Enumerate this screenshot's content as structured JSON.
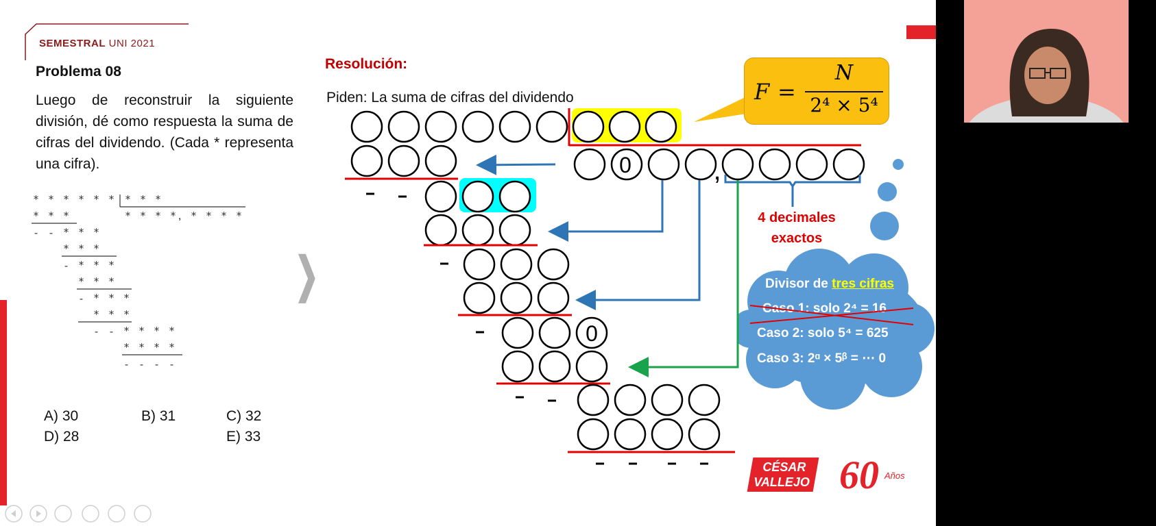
{
  "header": {
    "brand_bold": "SEMESTRAL",
    "brand_rest": " UNI 2021"
  },
  "problem": {
    "title": "Problema 08",
    "text": "Luego de reconstruir la siguiente división, dé como respuesta la suma de cifras del dividendo. (Cada * representa una cifra).",
    "options": [
      "A) 30",
      "B) 31",
      "C) 32",
      "D) 28",
      "E) 33"
    ]
  },
  "resolution": {
    "title": "Resolución:",
    "piden": "Piden: La suma de cifras del dividendo",
    "decimals_label": [
      "4 decimales",
      "exactos"
    ],
    "quotient_zero": "0",
    "remainder_zero": "0",
    "comma": ","
  },
  "formula": {
    "F": "F",
    "eq": "=",
    "numerator": "N",
    "denominator": "2⁴ × 5⁴"
  },
  "cloud": {
    "title_prefix": "Divisor de ",
    "title_highlight": "tres cifras",
    "case1": "Caso 1: solo 2⁴ = 16",
    "case2": "Caso 2: solo 5⁴ = 625",
    "case3": "Caso 3: 2ᵅ × 5ᵝ = ⋯ 0"
  },
  "logos": {
    "cesar_vallejo_line1": "CÉSAR",
    "cesar_vallejo_line2": "VALLEJO",
    "sixty": "60",
    "anos": "Años"
  },
  "colors": {
    "brand_red": "#e3222a",
    "yellow": "#ffff00",
    "cyan": "#00ffff",
    "arrow_blue": "#2e75b6",
    "arrow_green": "#1aa34a",
    "cloud_blue": "#5b9bd5"
  }
}
